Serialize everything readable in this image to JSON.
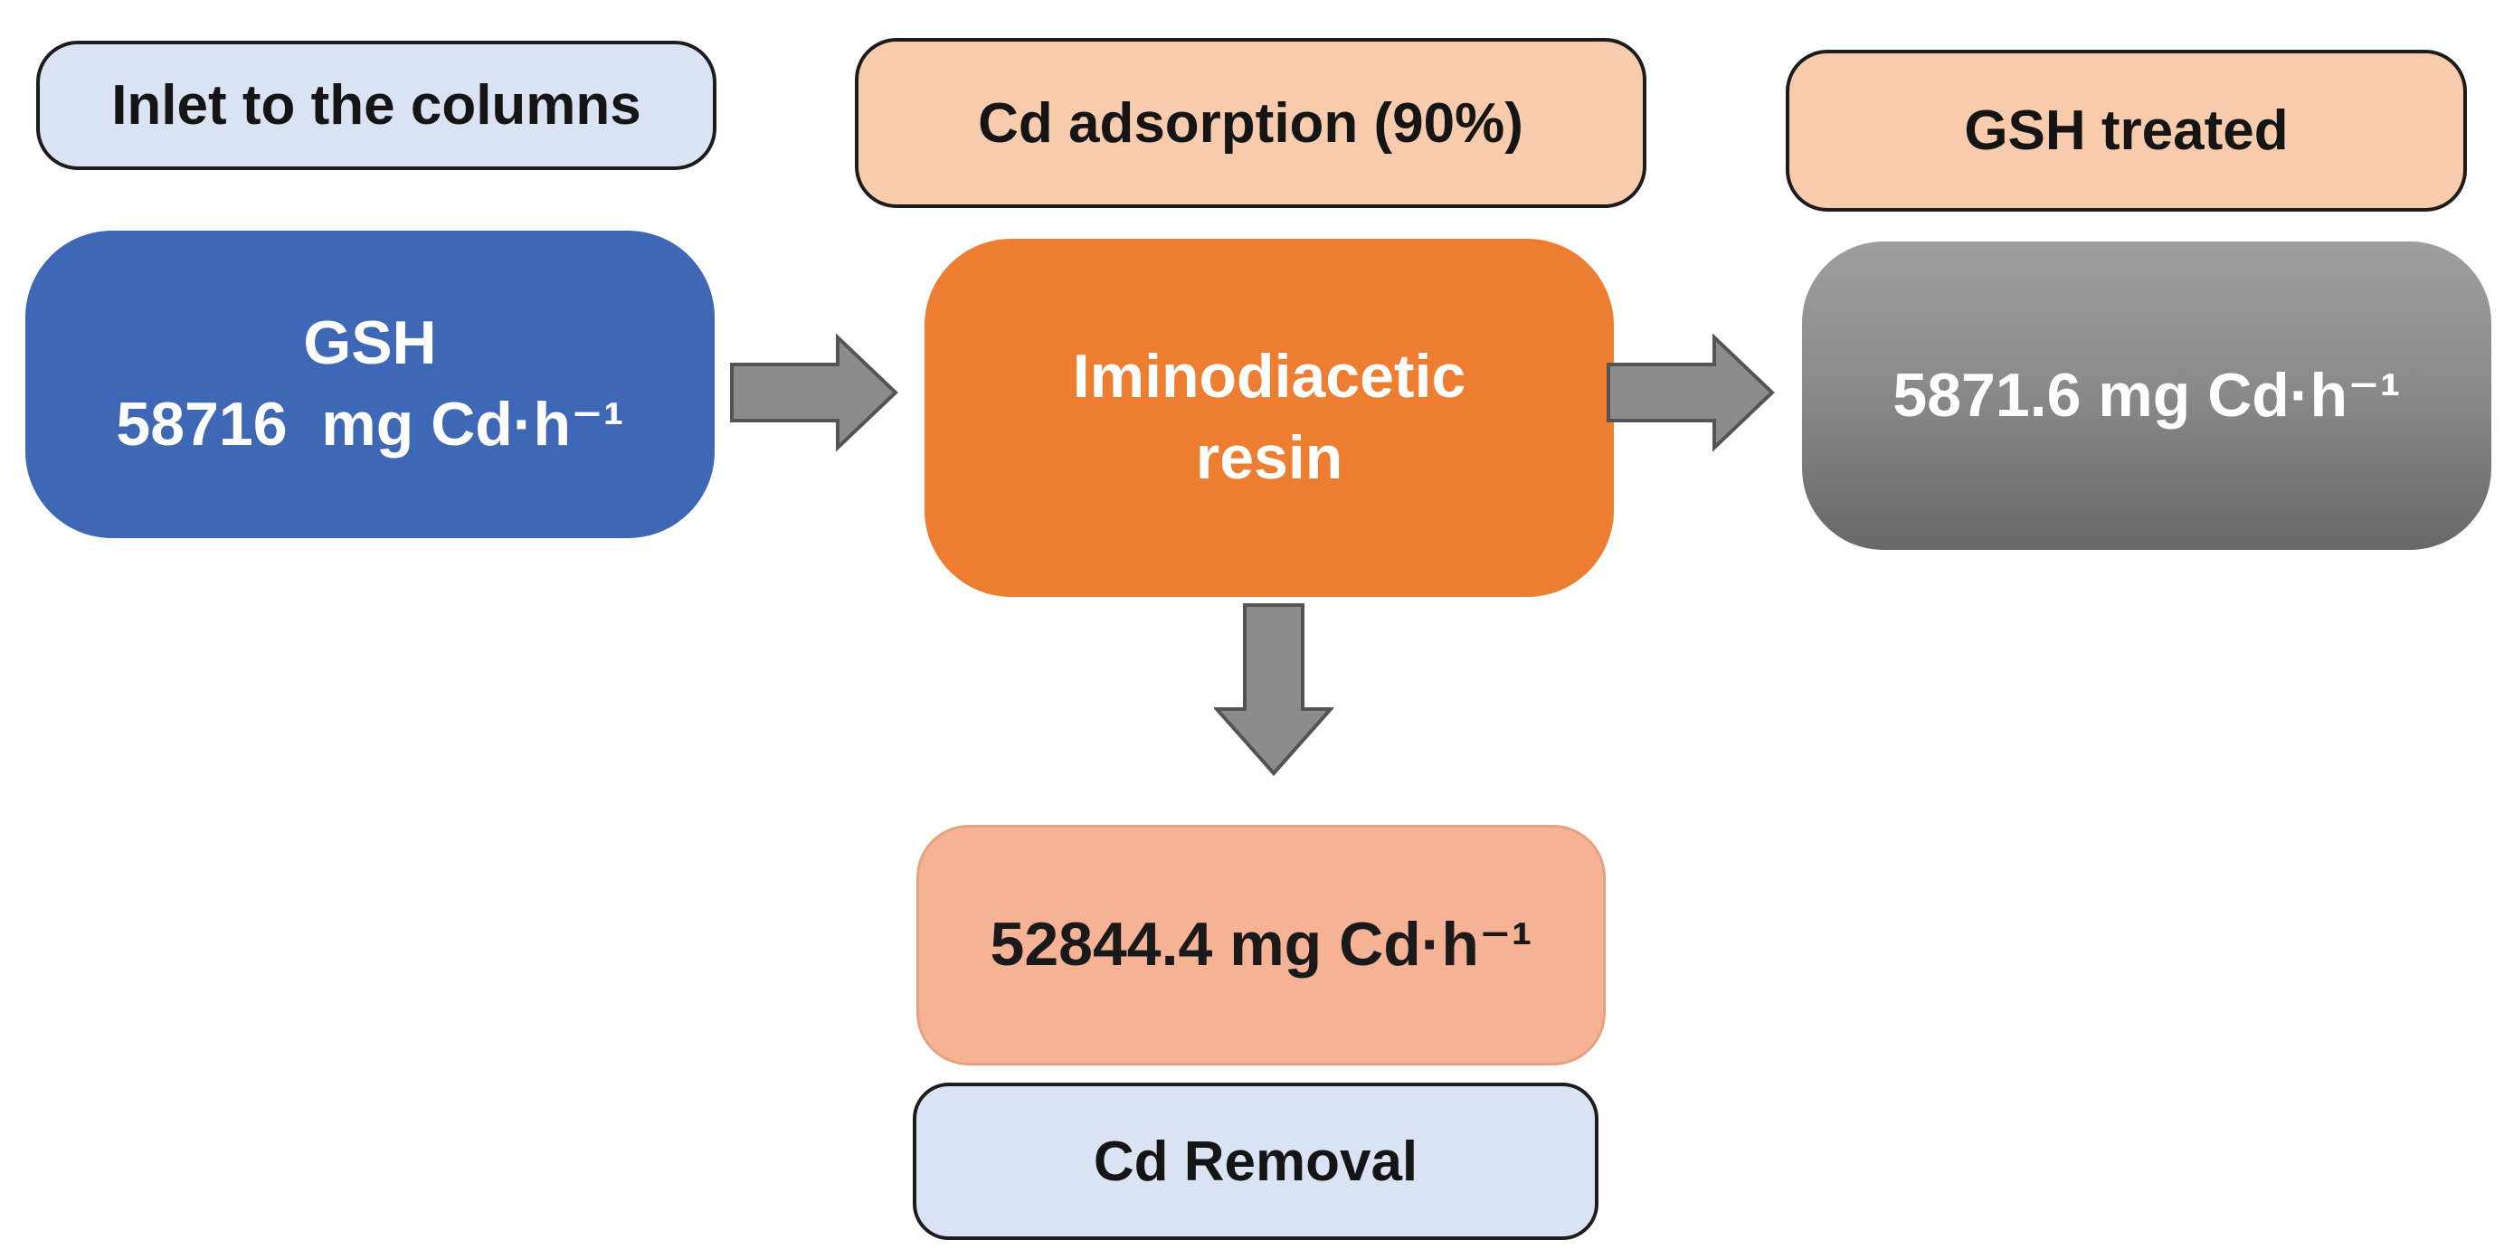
{
  "figure": {
    "background": "#FFFFFF",
    "labels": {
      "inlet": {
        "text": "Inlet to the columns",
        "fill": "#DAE3F3",
        "border": "#1C1C1C"
      },
      "adsorption": {
        "text": "Cd adsorption (90%)",
        "fill": "#F8CBAD",
        "border": "#1C1C1C"
      },
      "treated": {
        "text": "GSH treated",
        "fill": "#F8CBAD",
        "border": "#1C1C1C"
      },
      "removal": {
        "text": "Cd Removal",
        "fill": "#DAE3F3",
        "border": "#1C1C1C"
      }
    },
    "nodes": {
      "inlet": {
        "title": "GSH",
        "value": "58716  mg Cd·h⁻¹",
        "fill": "#3E68B6",
        "text_color": "#FFFFFF"
      },
      "resin": {
        "line1": "Iminodiacetic",
        "line2": "resin",
        "fill": "#ED7D31",
        "text_color": "#FFFFFF"
      },
      "treated": {
        "value": "5871.6 mg Cd·h⁻¹",
        "fill_top": "#9E9E9E",
        "fill_bottom": "#686868",
        "text_color": "#FFFFFF"
      },
      "removal": {
        "value": "52844.4 mg Cd·h⁻¹",
        "fill": "#F6B295",
        "text_color": "#1A1A1A"
      }
    },
    "arrows": {
      "fill": "#8C8C8C",
      "stroke": "#545454",
      "directions": [
        "right",
        "right",
        "down"
      ]
    }
  }
}
